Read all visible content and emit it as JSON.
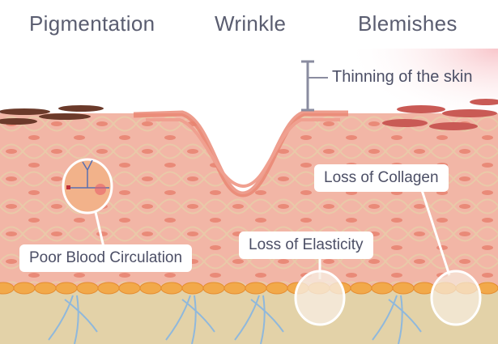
{
  "titles": {
    "pigmentation": "Pigmentation",
    "wrinkle": "Wrinkle",
    "blemishes": "Blemishes"
  },
  "callouts": {
    "thinning": "Thinning of the skin",
    "collagen": "Loss of Collagen",
    "elasticity": "Loss of Elasticity",
    "circulation": "Poor Blood Circulation"
  },
  "colors": {
    "skin": "#f2b6a6",
    "cell": "#e98a78",
    "fat": "#f2a94a",
    "dermis": "#e3d2a8",
    "fiber": "#8fb8dc",
    "text": "#4c4f66",
    "pigment": "#6b3a2a",
    "blemish": "#c95a55"
  }
}
